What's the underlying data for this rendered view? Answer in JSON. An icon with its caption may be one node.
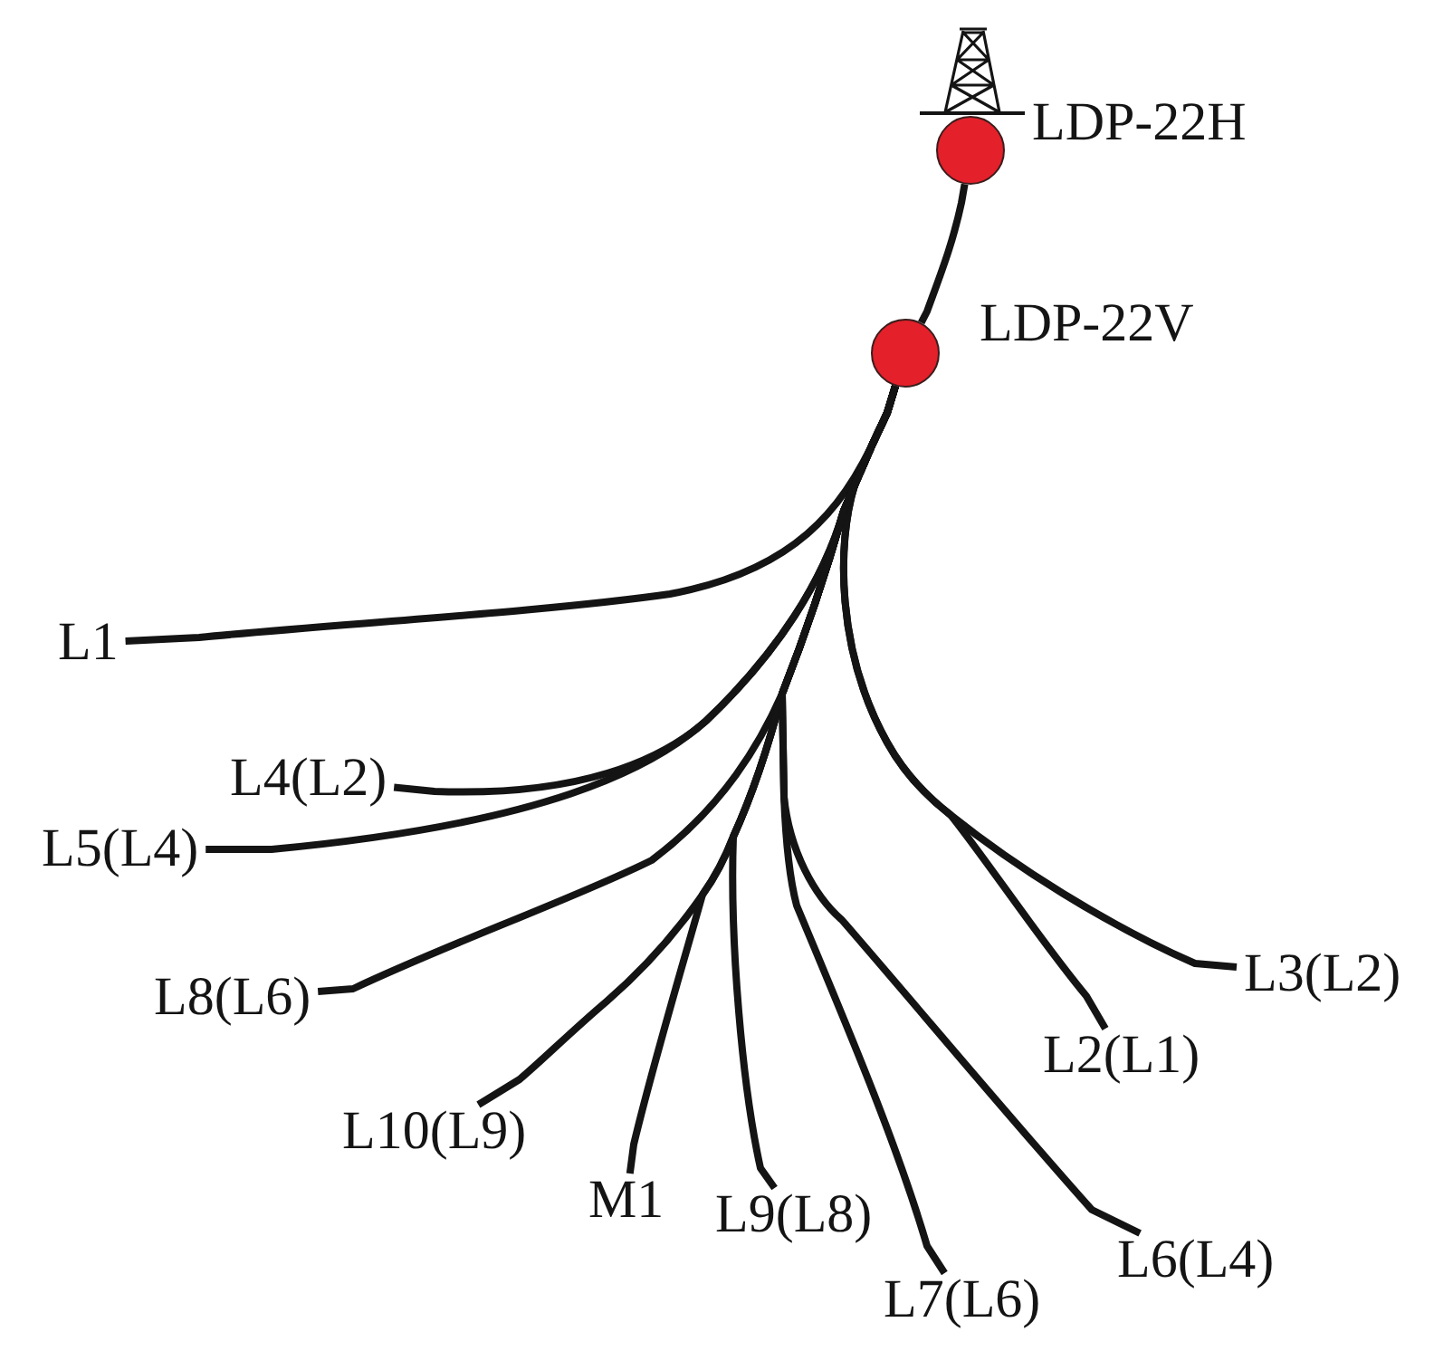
{
  "diagram": {
    "nodes": [
      {
        "text": [],
        "shape": "circle",
        "beside": [
          "LDP-22H"
        ]
      },
      {
        "text": [],
        "shape": "circle",
        "beside": [
          "LDP-22V"
        ]
      },
      {
        "text": [
          "L1"
        ]
      },
      {
        "text": [
          "L4(L2)"
        ]
      },
      {
        "text": [
          "L5(L4)"
        ]
      },
      {
        "text": [
          "L3(L2)"
        ]
      },
      {
        "text": [
          "L8(L6)"
        ]
      },
      {
        "text": [
          "L2(L1)"
        ]
      },
      {
        "text": [
          "L10(L9)"
        ]
      },
      {
        "text": [
          "M1"
        ]
      },
      {
        "text": [
          "L9(L8)"
        ]
      },
      {
        "text": [
          "L6(L4)"
        ]
      },
      {
        "text": [
          "L7(L6)"
        ]
      }
    ],
    "edges": [
      {
        "from": 0,
        "to": 1,
        "arrow": "none"
      },
      {
        "from": 1,
        "to": 2,
        "arrow": "none"
      },
      {
        "from": 1,
        "to": 3,
        "arrow": "none"
      },
      {
        "from": 1,
        "to": 4,
        "arrow": "none"
      },
      {
        "from": 1,
        "to": 5,
        "arrow": "none"
      },
      {
        "from": 1,
        "to": 6,
        "arrow": "none"
      },
      {
        "from": 1,
        "to": 7,
        "arrow": "none"
      },
      {
        "from": 1,
        "to": 8,
        "arrow": "none"
      },
      {
        "from": 1,
        "to": 9,
        "arrow": "none"
      },
      {
        "from": 1,
        "to": 10,
        "arrow": "none"
      },
      {
        "from": 1,
        "to": 11,
        "arrow": "none"
      },
      {
        "from": 1,
        "to": 12,
        "arrow": "none"
      }
    ]
  }
}
